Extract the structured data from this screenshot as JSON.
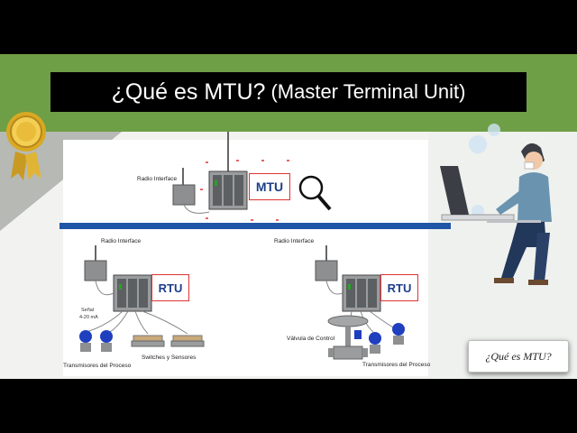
{
  "title": {
    "main": "¿Qué es MTU?",
    "sub": "(Master Terminal Unit)"
  },
  "diagram": {
    "mtu": {
      "radio_label": "Radio Interface",
      "unit_label": "MTU"
    },
    "rtu_left": {
      "radio_label": "Radio Interface",
      "unit_label": "RTU",
      "signal_label_1": "Señal",
      "signal_label_2": "4-20 mA",
      "transmitters_label": "Transmisores del Proceso",
      "switches_label": "Switches y Sensores"
    },
    "rtu_right": {
      "radio_label": "Radio Interface",
      "unit_label": "RTU",
      "valve_label": "Válvula de Control",
      "transmitters_label": "Transmisores del Proceso"
    }
  },
  "callout": {
    "text": "¿Qué es MTU?"
  },
  "icons": [
    "award-medal-icon",
    "magnifier-icon",
    "person-laptop-icon"
  ],
  "colors": {
    "green": "#6e9e45",
    "bus_blue": "#1e55a6",
    "title_bg": "#000000",
    "unit_border": "#dd3333"
  }
}
